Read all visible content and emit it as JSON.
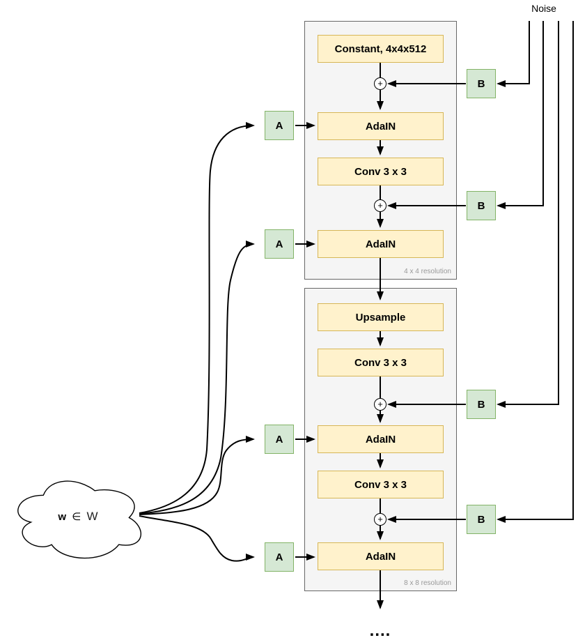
{
  "diagram": {
    "noise_label": "Noise",
    "cloud": {
      "w": "w",
      "in_symbol": "∈",
      "space": "W"
    },
    "ellipsis": "....",
    "a_label": "A",
    "b_label": "B",
    "plus_symbol": "+",
    "block_4x4": {
      "caption": "4 x 4 resolution",
      "constant": "Constant, 4x4x512",
      "adain_top": "AdaIN",
      "conv": "Conv 3 x 3",
      "adain_bottom": "AdaIN"
    },
    "block_8x8": {
      "caption": "8 x 8 resolution",
      "upsample": "Upsample",
      "conv_top": "Conv 3 x 3",
      "adain_top": "AdaIN",
      "conv_bottom": "Conv 3 x 3",
      "adain_bottom": "AdaIN"
    },
    "colors": {
      "node_fill": "#FFF2CC",
      "node_border": "#D6B656",
      "ab_fill": "#D5E8D4",
      "ab_border": "#82B366",
      "container_fill": "#F5F5F5",
      "container_border": "#666666",
      "wire": "#000000",
      "caption_text": "#999999"
    }
  }
}
